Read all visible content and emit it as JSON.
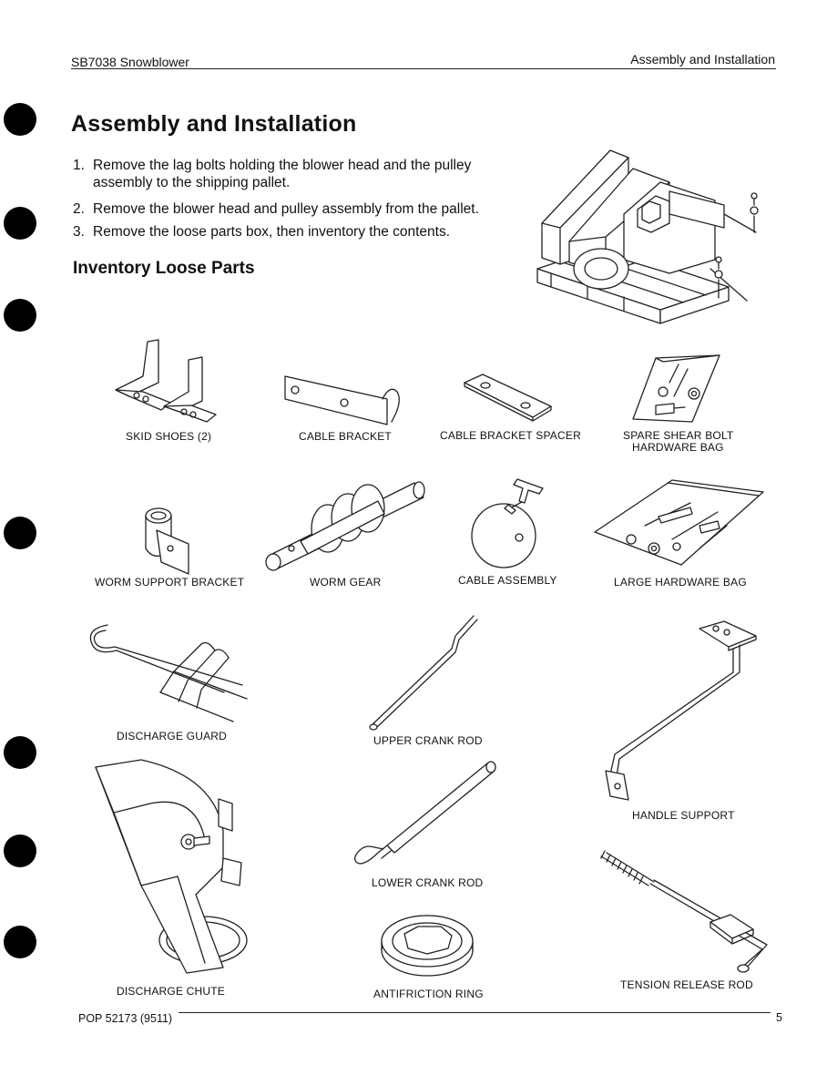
{
  "header": {
    "left": "SB7038 Snowblower",
    "right": "Assembly and Installation"
  },
  "section_title": "Assembly and Installation",
  "steps": [
    {
      "num": "1.",
      "text": "Remove the lag bolts holding the blower head and the pulley assembly to the shipping pallet."
    },
    {
      "num": "2.",
      "text": "Remove the blower head and pulley assembly from the pallet."
    },
    {
      "num": "3.",
      "text": "Remove the loose parts box, then inventory the contents."
    }
  ],
  "subsection_title": "Inventory Loose Parts",
  "parts": {
    "skid_shoes": "SKID SHOES (2)",
    "cable_bracket": "CABLE BRACKET",
    "cable_bracket_spacer": "CABLE BRACKET SPACER",
    "spare_shear_bolt_l1": "SPARE SHEAR BOLT",
    "spare_shear_bolt_l2": "HARDWARE BAG",
    "worm_support_bracket": "WORM SUPPORT BRACKET",
    "worm_gear": "WORM GEAR",
    "cable_assembly": "CABLE ASSEMBLY",
    "large_hardware_bag": "LARGE HARDWARE BAG",
    "discharge_guard": "DISCHARGE GUARD",
    "upper_crank_rod": "UPPER CRANK ROD",
    "handle_support": "HANDLE SUPPORT",
    "lower_crank_rod": "LOWER CRANK ROD",
    "discharge_chute": "DISCHARGE CHUTE",
    "antifriction_ring": "ANTIFRICTION RING",
    "tension_release_rod": "TENSION RELEASE ROD"
  },
  "footer": {
    "left": "POP 52173 (9511)",
    "page": "5"
  }
}
